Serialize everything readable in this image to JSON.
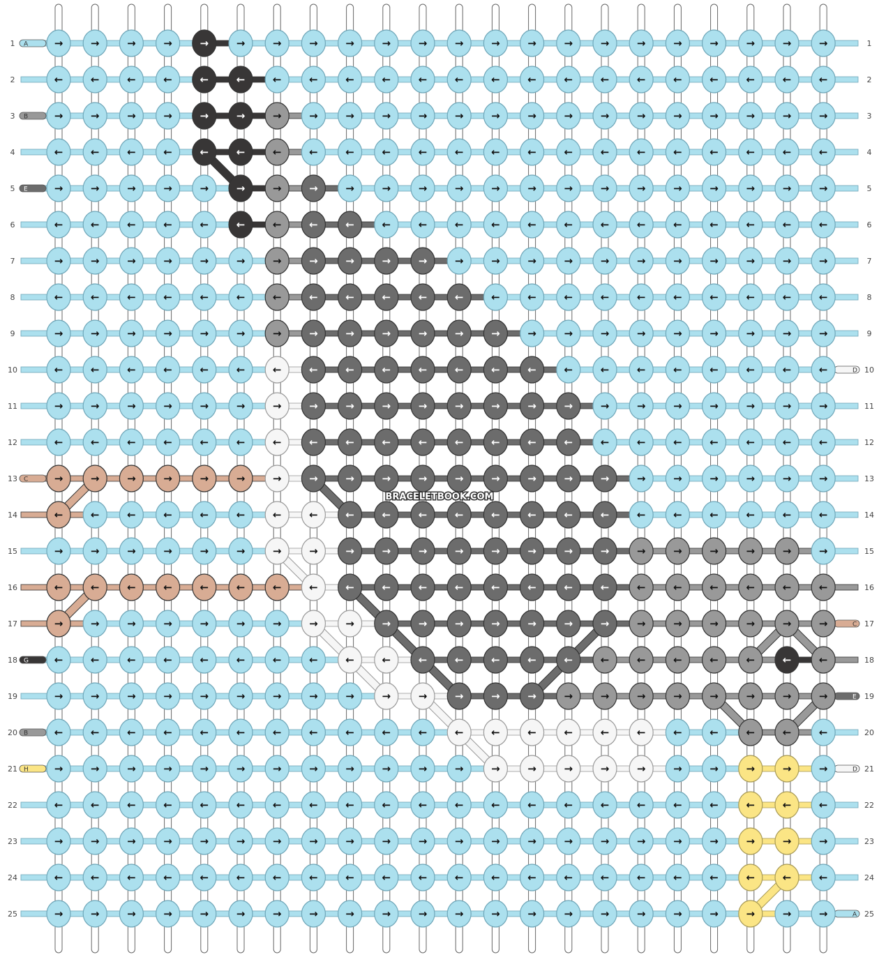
{
  "watermark": "BRACELETBOOK.COM",
  "colors": {
    "A": "#ace0ee",
    "B": "#999999",
    "C": "#d8ac94",
    "D": "#f6f6f6",
    "E": "#6c6c6c",
    "G": "#383636",
    "H": "#fbe585"
  },
  "left_labels": [
    "A",
    "",
    "B",
    "",
    "E",
    "",
    "",
    "",
    "",
    "",
    "",
    "",
    "C",
    "",
    "",
    "",
    "",
    "G",
    "",
    "B",
    "H",
    "",
    "",
    "",
    ""
  ],
  "right_labels": [
    "",
    "",
    "",
    "",
    "",
    "",
    "",
    "",
    "",
    "D",
    "",
    "",
    "",
    "",
    "",
    "",
    "C",
    "",
    "E",
    "",
    "D",
    "",
    "",
    "",
    "A"
  ],
  "grid": [
    "AAAAGAAAAAAAAAAAAAAAAA",
    "AAAAGGAAAAAAAAAAAAAAAA",
    "AAAAGGBAAAAAAAAAAAAAAA",
    "AAAAGGBAAAAAAAAAAAAAAA",
    "AAAAAGBEAAAAAAAAAAAAAA",
    "AAAAAGBEEAAAAAAAAAAAAA",
    "AAAAAABEEEEAAAAAAAAAAA",
    "AAAAAABEEEEEAAAAAAAAAA",
    "AAAAAABEEEEEEAAAAAAAAA",
    "AAAAAADEEEEEEEAAAAAAAA",
    "AAAAAADEEEEEEEEAAAAAAA",
    "AAAAAADEEEEEEEEAAAAAAA",
    "CCCCCCDEEEEEEEEEAAAAAA",
    "CAAAAADDEEEEEEEEAAAAAA",
    "AAAAAADDEEEEEEEEBBBBBA",
    "CCCCCCCDEEEEEEEEBBBBBB",
    "CAAAAAADDEEEEEEEBBBBBB",
    "AAAAAAAADDEEEEEBBBBBGB",
    "AAAAAAAAADDEEEBBBBBBBB",
    "AAAAAAAAAAADDDDDDAABBA",
    "AAAAAAAAAAAADDDDDAAHHA",
    "AAAAAAAAAAAAAAAAAAAHHA",
    "AAAAAAAAAAAAAAAAAAAHHA",
    "AAAAAAAAAAAAAAAAAAAHHA",
    "AAAAAAAAAAAAAAAAAAAHAA"
  ]
}
